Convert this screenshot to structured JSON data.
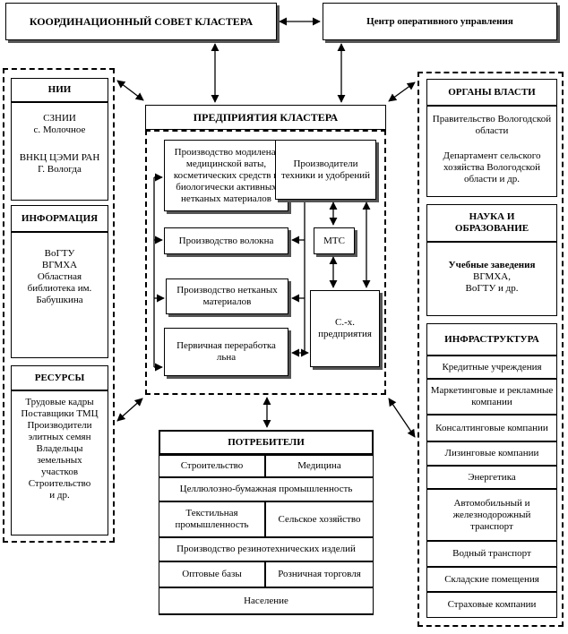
{
  "top": {
    "council": "КООРДИНАЦИОННЫЙ СОВЕТ КЛАСТЕРА",
    "center": "Центр оперативного управления"
  },
  "left": {
    "nii_title": "НИИ",
    "nii_item1": "СЗНИИ\nс. Молочное",
    "nii_item2": "ВНКЦ ЦЭМИ РАН\nГ. Вологда",
    "info_title": "ИНФОРМАЦИЯ",
    "info_items": "ВоГТУ\nВГМХА\nОбластная\nбиблиотека им.\nБабушкина",
    "res_title": "РЕСУРСЫ",
    "res_items": "Трудовые кадры\nПоставщики ТМЦ\nПроизводители\nэлитных семян\nВладельцы\nземельных\nучастков\nСтроительство\nи др."
  },
  "center": {
    "title": "ПРЕДПРИЯТИЯ КЛАСТЕРА",
    "prod_modilen": "Производство модилена, медицинской ваты, косметических средств и биологически активных нетканых материалов",
    "prod_volokna": "Производство волокна",
    "prod_netkanyh": "Производство нетканых материалов",
    "pervichnaya": "Первичная переработка льна",
    "proizvoditeli": "Производители техники и удобрений",
    "mts": "МТС",
    "sh": "С.-х. предприятия"
  },
  "right": {
    "organy_title": "ОРГАНЫ ВЛАСТИ",
    "organy_item1": "Правительство Вологодской области",
    "organy_item2": "Департамент сельского хозяйства Вологодской области и др.",
    "nauka_title": "НАУКА И ОБРАЗОВАНИЕ",
    "nauka_bold": "Учебные заведения",
    "nauka_items": "ВГМХА,\nВоГТУ и др.",
    "infra_title": "ИНФРАСТРУКТУРА",
    "infra_items": [
      "Кредитные учреждения",
      "Маркетинговые и рекламные компании",
      "Консалтинговые компании",
      "Лизинговые компании",
      "Энергетика",
      "Автомобильный и железнодорожный транспорт",
      "Водный транспорт",
      "Складские помещения",
      "Страховые компании"
    ]
  },
  "consumers": {
    "title": "ПОТРЕБИТЕЛИ",
    "stroitelstvo": "Строительство",
    "medicina": "Медицина",
    "cellulose": "Целлюлозно-бумажная промышленность",
    "textile": "Текстильная промышленность",
    "agri": "Сельское хозяйство",
    "rubber": "Производство резинотехнических изделий",
    "wholesale": "Оптовые базы",
    "retail": "Розничная торговля",
    "population": "Население"
  }
}
